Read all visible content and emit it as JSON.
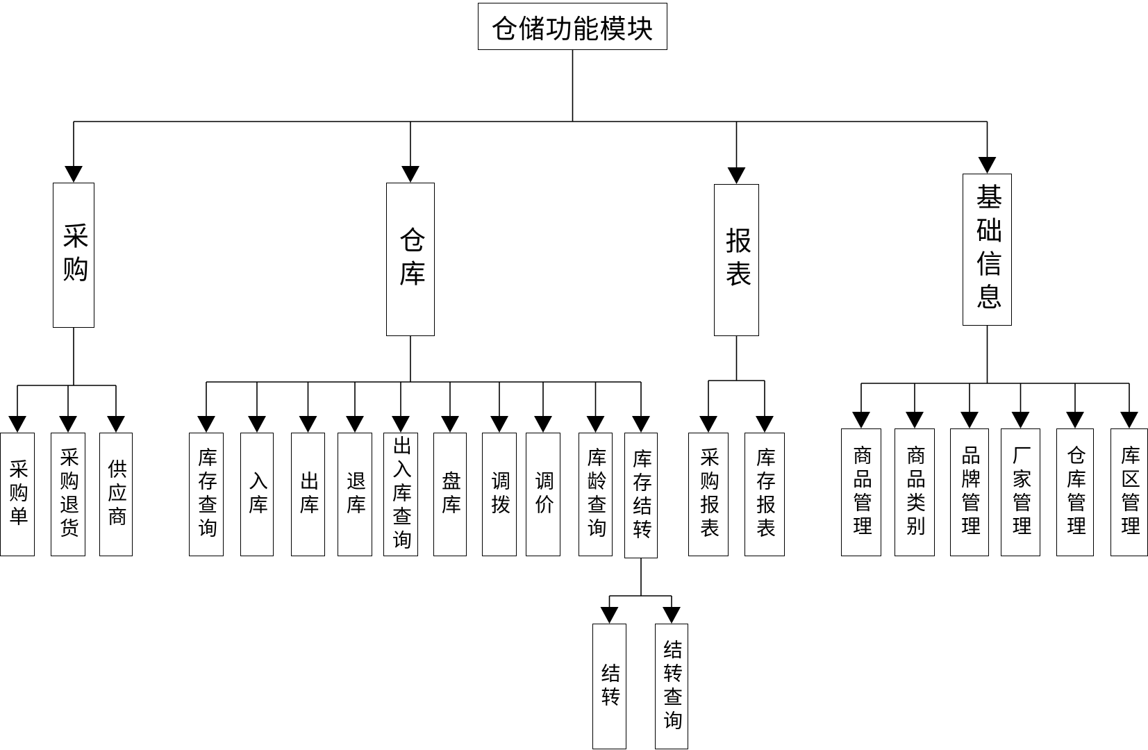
{
  "diagram": {
    "root": {
      "id": "root",
      "label": "仓储功能模块"
    },
    "groups": [
      {
        "id": "purchase",
        "label": "采购",
        "children": [
          {
            "id": "p1",
            "label": "采购单"
          },
          {
            "id": "p2",
            "label": "采购退货"
          },
          {
            "id": "p3",
            "label": "供应商"
          }
        ]
      },
      {
        "id": "warehouse",
        "label": "仓库",
        "children": [
          {
            "id": "w1",
            "label": "库存查询"
          },
          {
            "id": "w2",
            "label": "入库"
          },
          {
            "id": "w3",
            "label": "出库"
          },
          {
            "id": "w4",
            "label": "退库"
          },
          {
            "id": "w5",
            "label": "出入库查询"
          },
          {
            "id": "w6",
            "label": "盘库"
          },
          {
            "id": "w7",
            "label": "调拨"
          },
          {
            "id": "w8",
            "label": "调价"
          },
          {
            "id": "w9",
            "label": "库龄查询"
          },
          {
            "id": "w10",
            "label": "库存结转",
            "children": [
              {
                "id": "c1",
                "label": "结转"
              },
              {
                "id": "c2",
                "label": "结转查询"
              }
            ]
          }
        ]
      },
      {
        "id": "report",
        "label": "报表",
        "children": [
          {
            "id": "r1",
            "label": "采购报表"
          },
          {
            "id": "r2",
            "label": "库存报表"
          }
        ]
      },
      {
        "id": "basic",
        "label": "基础信息",
        "children": [
          {
            "id": "b1",
            "label": "商品管理"
          },
          {
            "id": "b2",
            "label": "商品类别"
          },
          {
            "id": "b3",
            "label": "品牌管理"
          },
          {
            "id": "b4",
            "label": "厂家管理"
          },
          {
            "id": "b5",
            "label": "仓库管理"
          },
          {
            "id": "b6",
            "label": "库区管理"
          }
        ]
      }
    ]
  }
}
